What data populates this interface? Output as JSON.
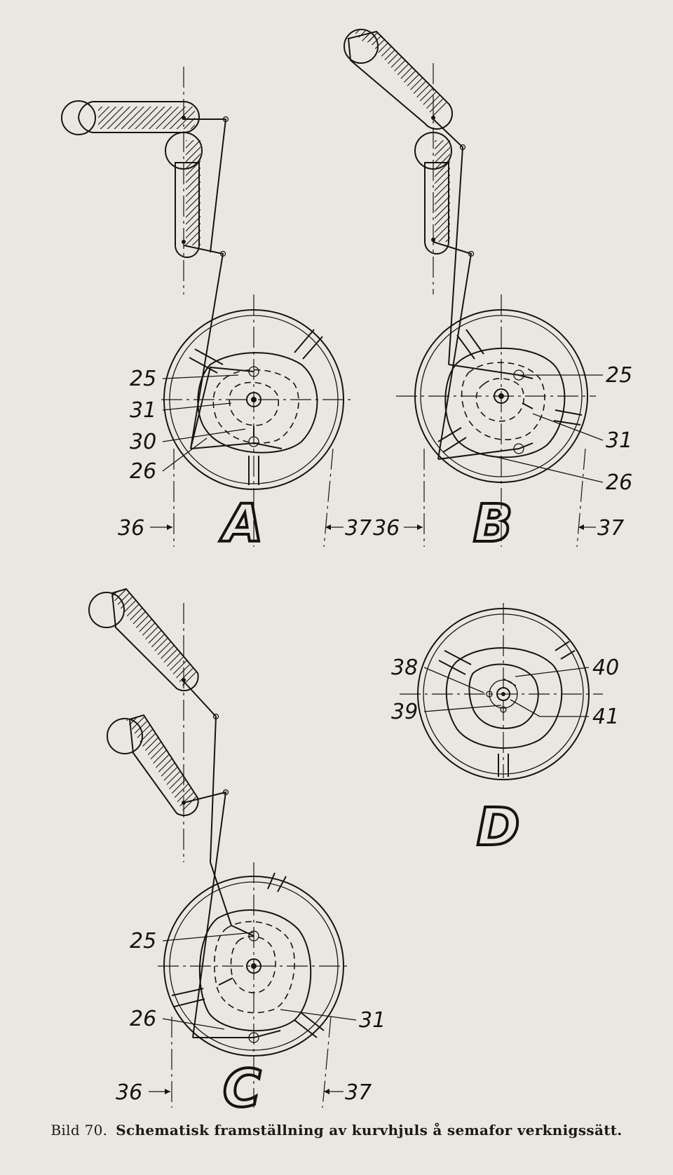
{
  "colors": {
    "paper": "#e9e7df",
    "ink": "#151515"
  },
  "caption": {
    "lead": "Bild 70.",
    "text": "Schematisk framställning av kurvhjuls å semafor verknigssätt."
  },
  "panels": {
    "A": {
      "letter": "A",
      "labels": [
        "25",
        "31",
        "30",
        "26"
      ],
      "ref_left": "36",
      "ref_right": "37"
    },
    "B": {
      "letter": "B",
      "labels": [
        "25",
        "31",
        "26"
      ],
      "ref_left": "36",
      "ref_right": "37"
    },
    "C": {
      "letter": "C",
      "labels": [
        "25",
        "26",
        "31"
      ],
      "ref_left": "36",
      "ref_right": "37"
    },
    "D": {
      "letter": "D",
      "labels": [
        "38",
        "39",
        "40",
        "41"
      ]
    }
  }
}
